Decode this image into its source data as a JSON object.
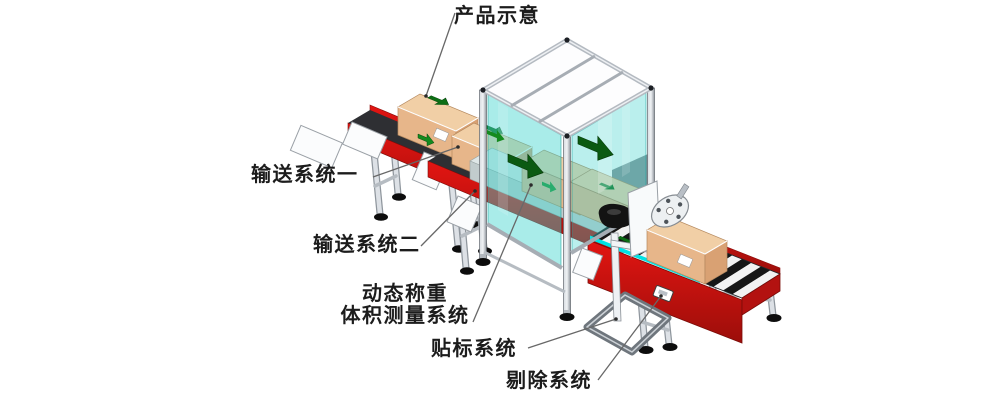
{
  "diagram": {
    "background_color": "#ffffff",
    "annotations": {
      "product": {
        "text": "产品示意"
      },
      "conveyor1": {
        "text": "输送系统一"
      },
      "conveyor2": {
        "text": "输送系统二"
      },
      "weighing": {
        "line1": "动态称重",
        "line2": "体积测量系统"
      },
      "labeling": {
        "text": "贴标系统"
      },
      "reject": {
        "text": "剔除系统"
      }
    },
    "colors": {
      "conveyor_red": "#c31210",
      "glass_cyan": "#40d4ce",
      "carton_tan": "#e7b68a",
      "arrow_green": "#0d6e15",
      "belt_dark": "#2e2f33",
      "roller_dark": "#161616",
      "roller_light": "#f2f2f2",
      "sensor_cyan": "#00e2e4",
      "frame_gray": "#b4bac1",
      "leg_gray": "#dde1e6",
      "foot_black": "#0d0d0d",
      "leader_line": "#686868"
    }
  }
}
